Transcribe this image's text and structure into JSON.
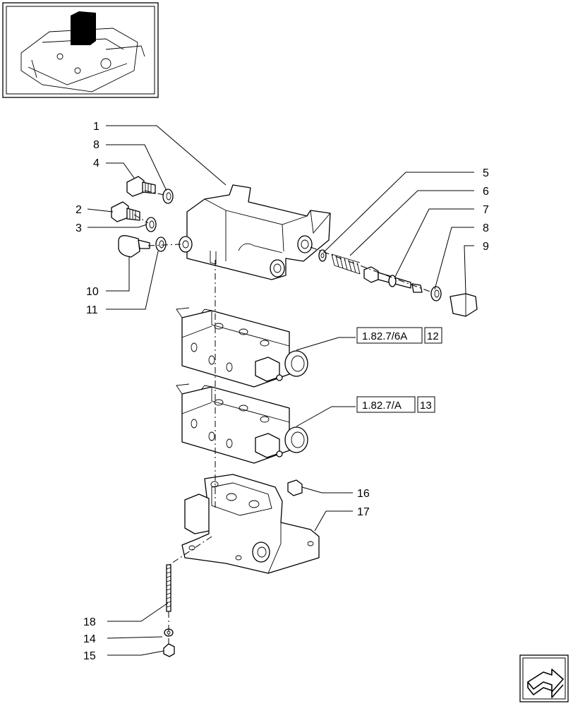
{
  "callouts": {
    "c1": "1",
    "c8a": "8",
    "c4": "4",
    "c2": "2",
    "c3": "3",
    "c10": "10",
    "c11": "11",
    "c5": "5",
    "c6": "6",
    "c7": "7",
    "c8b": "8",
    "c9": "9",
    "c16": "16",
    "c17": "17",
    "c18": "18",
    "c14": "14",
    "c15": "15"
  },
  "references": [
    {
      "ref": "1.82.7/6A",
      "num": "12"
    },
    {
      "ref": "1.82.7/A",
      "num": "13"
    }
  ],
  "nav_icon": "next-page-arrow-icon",
  "thumbnail_icon": "tractor-hydraulic-lift-thumbnail-icon"
}
